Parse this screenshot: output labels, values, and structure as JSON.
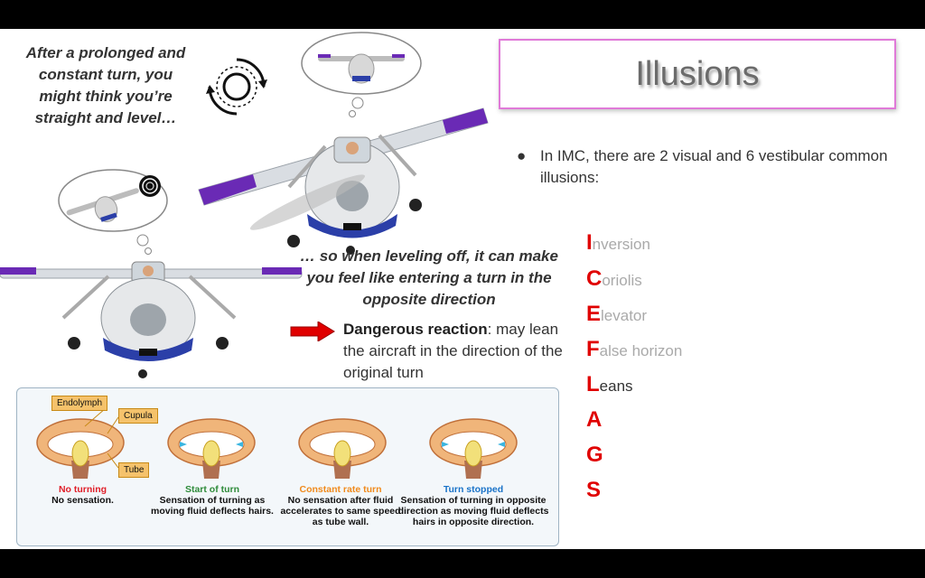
{
  "slide": {
    "title": "Illusions",
    "bullet": "In IMC, there are 2 visual and 6 vestibular common illusions:",
    "caption_top": "After a prolonged and constant turn, you might think you’re straight and level…",
    "caption_mid": "… so when leveling off, it can make you feel like entering a turn in the opposite direction",
    "danger_bold": "Dangerous reaction",
    "danger_rest": ": may lean the aircraft in the direction of the original turn",
    "acronym": [
      {
        "letter": "I",
        "rest": "nversion"
      },
      {
        "letter": "C",
        "rest": "oriolis"
      },
      {
        "letter": "E",
        "rest": "levator"
      },
      {
        "letter": "F",
        "rest": "alse horizon"
      },
      {
        "letter": "L",
        "rest": "eans"
      },
      {
        "letter": "A",
        "rest": ""
      },
      {
        "letter": "G",
        "rest": ""
      },
      {
        "letter": "S",
        "rest": ""
      }
    ],
    "accent_color": "#e00000",
    "border_color": "#e07ad8"
  },
  "diagram": {
    "callouts": {
      "endolymph": "Endolymph",
      "cupula": "Cupula",
      "tube": "Tube"
    },
    "stages": [
      {
        "title": "No turning",
        "desc": "No sensation.",
        "color": "#e0202a"
      },
      {
        "title": "Start of turn",
        "desc": "Sensation of turning as moving fluid deflects hairs.",
        "color": "#2e8b3a"
      },
      {
        "title": "Constant rate turn",
        "desc": "No sensation after fluid accelerates to same speed as tube wall.",
        "color": "#f08a1c"
      },
      {
        "title": "Turn stopped",
        "desc": "Sensation of turning in opposite direction as moving fluid deflects hairs in opposite direction.",
        "color": "#1a73c8"
      }
    ]
  }
}
